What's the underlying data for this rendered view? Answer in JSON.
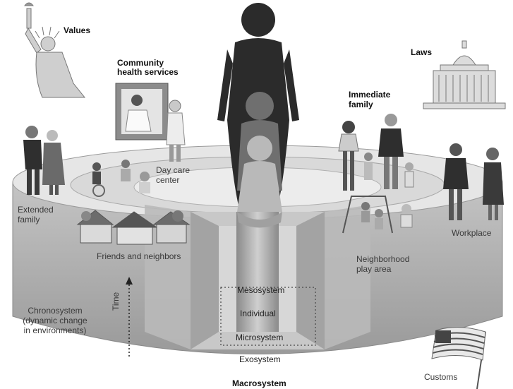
{
  "labels": {
    "values": "Values",
    "community_health": [
      "Community",
      "health services"
    ],
    "laws": "Laws",
    "immediate_family": [
      "Immediate",
      "family"
    ],
    "extended_family": [
      "Extended",
      "family"
    ],
    "day_care": [
      "Day care",
      "center"
    ],
    "friends_neighbors": "Friends and neighbors",
    "neighborhood_play": [
      "Neighborhood",
      "play area"
    ],
    "workplace": "Workplace",
    "chronosystem": [
      "Chronosystem",
      "(dynamic change",
      "in environments)"
    ],
    "time": "Time",
    "mesosystem": "Mesosystem",
    "individual": "Individual",
    "microsystem": "Microsystem",
    "exosystem": "Exosystem",
    "macrosystem": "Macrosystem",
    "customs": "Customs"
  },
  "colors": {
    "ring_top": "#e9e9e9",
    "ring_side": "#b5b5b5",
    "figure_dark": "#2b2b2b",
    "figure_mid": "#6f6f6f",
    "figure_light": "#b9b9b9"
  }
}
